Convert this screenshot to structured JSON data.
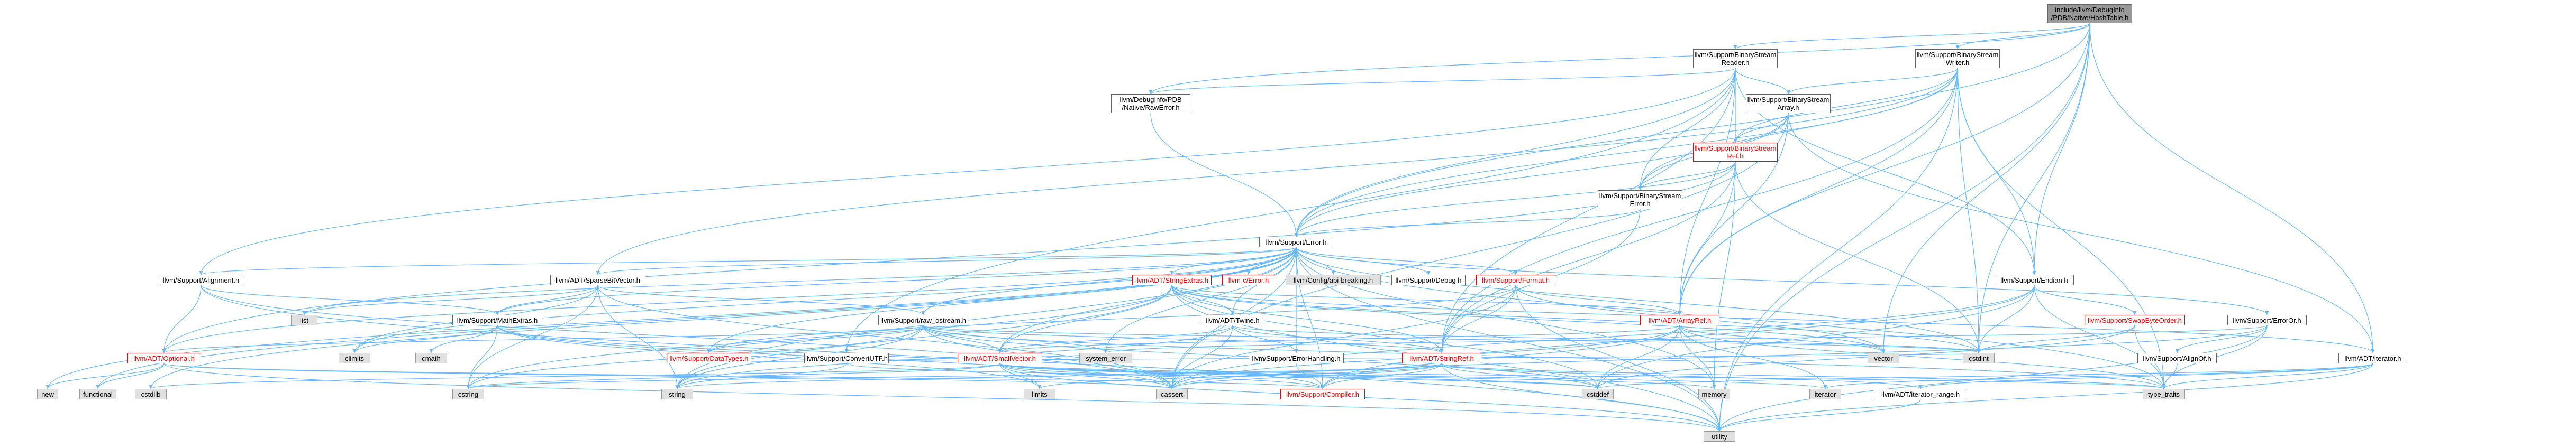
{
  "graph": {
    "root": "include/llvm/DebugInfo/PDB/Native/HashTable.h",
    "nodes": {
      "root": "include/llvm/DebugInfo\n/PDB/Native/HashTable.h",
      "bsr": "llvm/Support/BinaryStream\nReader.h",
      "bsw": "llvm/Support/BinaryStream\nWriter.h",
      "rawerr": "llvm/DebugInfo/PDB\n/Native/RawError.h",
      "bsa": "llvm/Support/BinaryStream\nArray.h",
      "bsref": "llvm/Support/BinaryStream\nRef.h",
      "bserr": "llvm/Support/BinaryStream\nError.h",
      "error": "llvm/Support/Error.h",
      "align": "llvm/Support/Alignment.h",
      "sbv": "llvm/ADT/SparseBitVector.h",
      "cerr": "llvm-c/Error.h",
      "cfg": "llvm/Config/abi-breaking.h",
      "debug": "llvm/Support/Debug.h",
      "format": "llvm/Support/Format.h",
      "strext": "llvm/ADT/StringExtras.h",
      "endian": "llvm/Support/Endian.h",
      "swap": "llvm/Support/SwapByteOrder.h",
      "erroror": "llvm/Support/ErrorOr.h",
      "list": "list",
      "mathext": "llvm/Support/MathExtras.h",
      "rawos": "llvm/Support/raw_ostream.h",
      "twine": "llvm/ADT/Twine.h",
      "arrayref": "llvm/ADT/ArrayRef.h",
      "vector": "vector",
      "cstdint": "cstdint",
      "optional": "llvm/ADT/Optional.h",
      "climits": "climits",
      "cmath": "cmath",
      "datatypes": "llvm/Support/DataTypes.h",
      "convutf": "llvm/Support/ConvertUTF.h",
      "smallvec": "llvm/ADT/SmallVector.h",
      "syserr": "system_error",
      "errhand": "llvm/Support/ErrorHandling.h",
      "stringref": "llvm/ADT/StringRef.h",
      "aligof": "llvm/Support/AlignOf.h",
      "iterator": "llvm/ADT/iterator.h",
      "new": "new",
      "functional": "functional",
      "cstdlib": "cstdlib",
      "cstring": "cstring",
      "string": "string",
      "limits": "limits",
      "cassert": "cassert",
      "compiler": "llvm/Support/Compiler.h",
      "cstddef": "cstddef",
      "memory": "memory",
      "literator": "iterator",
      "iterrange": "llvm/ADT/iterator_range.h",
      "typetraits": "type_traits",
      "utility": "utility"
    }
  }
}
